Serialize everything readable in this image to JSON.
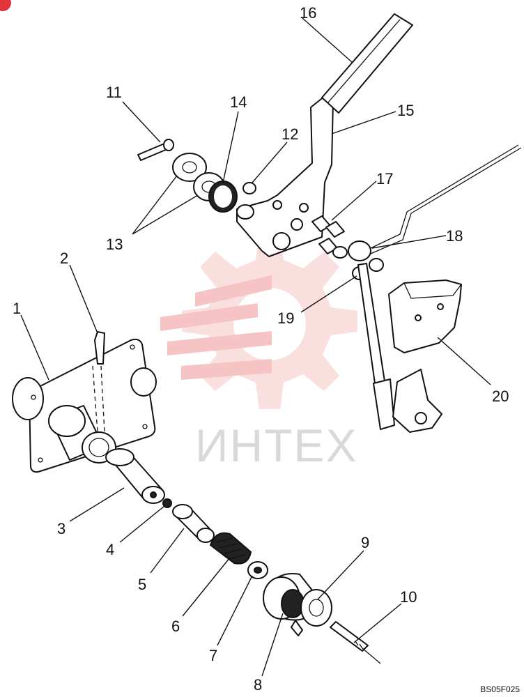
{
  "callouts": [
    {
      "id": 1,
      "label": "1"
    },
    {
      "id": 2,
      "label": "2"
    },
    {
      "id": 3,
      "label": "3"
    },
    {
      "id": 4,
      "label": "4"
    },
    {
      "id": 5,
      "label": "5"
    },
    {
      "id": 6,
      "label": "6"
    },
    {
      "id": 7,
      "label": "7"
    },
    {
      "id": 8,
      "label": "8"
    },
    {
      "id": 9,
      "label": "9"
    },
    {
      "id": 10,
      "label": "10"
    },
    {
      "id": 11,
      "label": "11"
    },
    {
      "id": 12,
      "label": "12"
    },
    {
      "id": 13,
      "label": "13"
    },
    {
      "id": 14,
      "label": "14"
    },
    {
      "id": 15,
      "label": "15"
    },
    {
      "id": 16,
      "label": "16"
    },
    {
      "id": 17,
      "label": "17"
    },
    {
      "id": 18,
      "label": "18"
    },
    {
      "id": 19,
      "label": "19"
    },
    {
      "id": 20,
      "label": "20"
    }
  ],
  "watermark": {
    "text": "ИНТЕХ",
    "color": "#f3b1b1"
  },
  "drawing_code": "BS05F025",
  "colors": {
    "badge": "#e2343a",
    "ink": "#111111"
  }
}
